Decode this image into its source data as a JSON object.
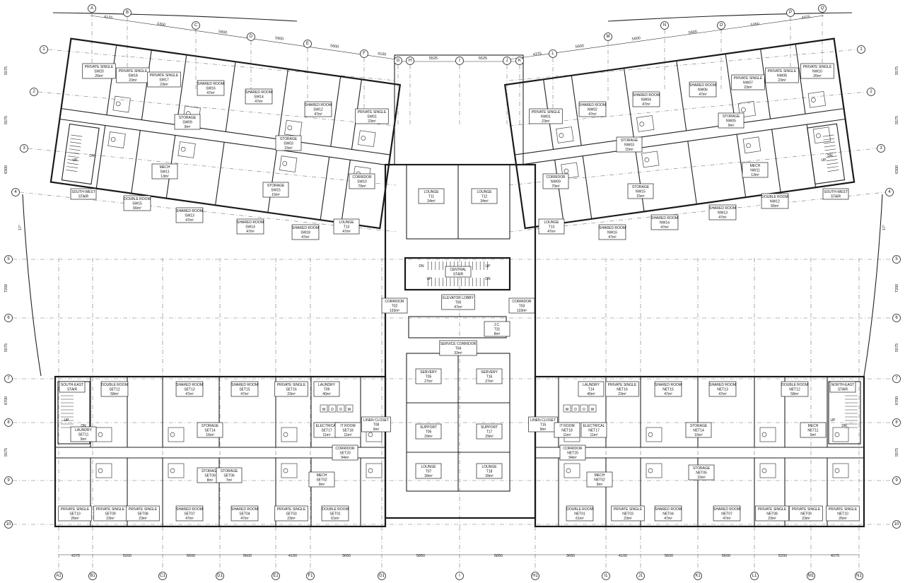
{
  "grid": {
    "top_letters": [
      "A",
      "B",
      "C",
      "D",
      "E",
      "F",
      "G",
      "H",
      "I",
      "J",
      "K",
      "L",
      "M",
      "N",
      "O",
      "P",
      "Q"
    ],
    "bottom_letters": [
      "A1",
      "B1",
      "C1",
      "D1",
      "E1",
      "F1",
      "G1",
      "I",
      "H1",
      "I1",
      "J1",
      "K1",
      "L1",
      "M1",
      "N1"
    ],
    "rows": [
      "1",
      "2",
      "3",
      "4",
      "5",
      "6",
      "7",
      "8",
      "9",
      "10"
    ],
    "left_row_numbers": [
      "5",
      "6",
      "7",
      "8",
      "9",
      "10"
    ],
    "top_dims": [
      "4125",
      "5350",
      "5600",
      "5600",
      "5600",
      "4100"
    ],
    "top_center_dims": [
      "5525",
      "5525"
    ],
    "top_right_dims": [
      "4375",
      "5600",
      "5600",
      "5600",
      "5350",
      "4075"
    ],
    "bottom_dims": [
      "4375",
      "5200",
      "5600",
      "5600",
      "4100",
      "3650",
      "5850",
      "5850",
      "3650",
      "4100",
      "5600",
      "5600",
      "5200",
      "4075"
    ],
    "left_dims": [
      "5575",
      "5575",
      "6300",
      "7200",
      "5575",
      "6700",
      "5575"
    ],
    "right_dims": [
      "5575",
      "5575",
      "6300",
      "7200",
      "5575",
      "6700",
      "5575"
    ]
  },
  "rooms": {
    "sw": [
      {
        "name": "PRIVATE SINGLE",
        "code": "SW20",
        "area": "26m²"
      },
      {
        "name": "PRIVATE SINGLE",
        "code": "SW18",
        "area": "23m²"
      },
      {
        "name": "PRIVATE SINGLE",
        "code": "SW17",
        "area": "23m²"
      },
      {
        "name": "SHARED ROOM",
        "code": "SW16",
        "area": "47m²"
      },
      {
        "name": "SHARED ROOM",
        "code": "SW14",
        "area": "47m²"
      },
      {
        "name": "SHARED ROOM",
        "code": "SW12",
        "area": "47m²"
      },
      {
        "name": "PRIVATE SINGLE",
        "code": "SW01",
        "area": "23m²"
      },
      {
        "name": "STORAGE",
        "code": "SW09",
        "area": "9m²"
      },
      {
        "name": "STORAGE",
        "code": "SW03",
        "area": "15m²"
      },
      {
        "name": "MECH",
        "code": "SW11",
        "area": "13m²"
      },
      {
        "name": "STORAGE",
        "code": "SW15",
        "area": "15m²"
      },
      {
        "name": "CORRIDOR",
        "code": "SW10",
        "area": "70m²"
      },
      {
        "name": "DOUBLE ROOM",
        "code": "SW15",
        "area": "66m²"
      },
      {
        "name": "SHARED ROOM",
        "code": "SW13",
        "area": "47m²"
      },
      {
        "name": "SHARED ROOM",
        "code": "SW14",
        "area": "47m²"
      },
      {
        "name": "SHARED ROOM",
        "code": "SW18",
        "area": "47m²"
      },
      {
        "name": "SOUTH-WEST",
        "code": "STAIR",
        "area": ""
      }
    ],
    "nw": [
      {
        "name": "PRIVATE SINGLE",
        "code": "NW01",
        "area": "23m²"
      },
      {
        "name": "SHARED ROOM",
        "code": "NW02",
        "area": "47m²"
      },
      {
        "name": "SHARED ROOM",
        "code": "NW04",
        "area": "47m²"
      },
      {
        "name": "SHARED ROOM",
        "code": "NW06",
        "area": "47m²"
      },
      {
        "name": "PRIVATE SINGLE",
        "code": "NW07",
        "area": "23m²"
      },
      {
        "name": "PRIVATE SINGLE",
        "code": "NW08",
        "area": "23m²"
      },
      {
        "name": "PRIVATE SINGLE",
        "code": "NW10",
        "area": "26m²"
      },
      {
        "name": "STORAGE",
        "code": "NW05",
        "area": "9m²"
      },
      {
        "name": "STORAGE",
        "code": "NW03",
        "area": "15m²"
      },
      {
        "name": "MECH",
        "code": "NW11",
        "area": "13m²"
      },
      {
        "name": "STORAGE",
        "code": "NW15",
        "area": "15m²"
      },
      {
        "name": "CORRIDOR",
        "code": "NW09",
        "area": "70m²"
      },
      {
        "name": "DOUBLE ROOM",
        "code": "NW12",
        "area": "66m²"
      },
      {
        "name": "SHARED ROOM",
        "code": "NW13",
        "area": "47m²"
      },
      {
        "name": "SHARED ROOM",
        "code": "NW14",
        "area": "47m²"
      },
      {
        "name": "SHARED ROOM",
        "code": "NW16",
        "area": "47m²"
      },
      {
        "name": "SOUTH-WEST",
        "code": "STAIR",
        "area": ""
      }
    ],
    "center": [
      {
        "name": "LOUNGE",
        "code": "T11",
        "area": "34m²"
      },
      {
        "name": "LOUNGE",
        "code": "T12",
        "area": "34m²"
      },
      {
        "name": "LOUNGE",
        "code": "T13",
        "area": "47m²"
      },
      {
        "name": "LOUNGE",
        "code": "T13",
        "area": "47m²"
      },
      {
        "name": "CENTRAL",
        "code": "STAIR",
        "area": ""
      },
      {
        "name": "ELEVATOR LOBBY",
        "code": "T00",
        "area": "47m²"
      },
      {
        "name": "CORRIDOR",
        "code": "T02",
        "area": "133m²"
      },
      {
        "name": "CORRIDOR",
        "code": "T03",
        "area": "133m²"
      },
      {
        "name": "J.C.",
        "code": "T31",
        "area": "8m²"
      },
      {
        "name": "SERVICE CORRIDOR",
        "code": "T04",
        "area": "33m²"
      },
      {
        "name": "SERVERY",
        "code": "T05",
        "area": "27m²"
      },
      {
        "name": "SERVERY",
        "code": "T16",
        "area": "27m²"
      },
      {
        "name": "SUPPORT",
        "code": "T06",
        "area": "29m²"
      },
      {
        "name": "SUPPORT",
        "code": "T17",
        "area": "29m²"
      },
      {
        "name": "LOUNGE",
        "code": "T07",
        "area": "39m²"
      },
      {
        "name": "LOUNGE",
        "code": "T18",
        "area": "39m²"
      }
    ],
    "se": [
      {
        "name": "SOUTH-EAST",
        "code": "STAIR",
        "area": ""
      },
      {
        "name": "DOUBLE ROOM",
        "code": "SET12",
        "area": "58m²"
      },
      {
        "name": "SHARED ROOM",
        "code": "SET13",
        "area": "47m²"
      },
      {
        "name": "SHARED ROOM",
        "code": "SET15",
        "area": "47m²"
      },
      {
        "name": "PRIVATE SINGLE",
        "code": "SET16",
        "area": "23m²"
      },
      {
        "name": "LAUNDRY",
        "code": "T09",
        "area": "40m²"
      },
      {
        "name": "LAUNDRY",
        "code": "SET11",
        "area": "9m²"
      },
      {
        "name": "STORAGE",
        "code": "SET14",
        "area": "16m²"
      },
      {
        "name": "ELECTRICAL",
        "code": "SET17",
        "area": "11m²"
      },
      {
        "name": "IT ROOM",
        "code": "SET18",
        "area": "11m²"
      },
      {
        "name": "LINEN CLOSET",
        "code": "T08",
        "area": "9m²"
      },
      {
        "name": "CORRIDOR",
        "code": "SET20",
        "area": "94m²"
      },
      {
        "name": "STORAGE",
        "code": "SET09",
        "area": "8m²"
      },
      {
        "name": "STORAGE",
        "code": "SET06",
        "area": "7m²"
      },
      {
        "name": "MECH",
        "code": "SET02",
        "area": "9m²"
      },
      {
        "name": "PRIVATE SINGLE",
        "code": "SET10",
        "area": "26m²"
      },
      {
        "name": "PRIVATE SINGLE",
        "code": "SET09",
        "area": "23m²"
      },
      {
        "name": "PRIVATE SINGLE",
        "code": "SET08",
        "area": "23m²"
      },
      {
        "name": "SHARED ROOM",
        "code": "SET07",
        "area": "47m²"
      },
      {
        "name": "SHARED ROOM",
        "code": "SET04",
        "area": "47m²"
      },
      {
        "name": "PRIVATE SINGLE",
        "code": "SET03",
        "area": "23m²"
      },
      {
        "name": "DOUBLE ROOM",
        "code": "SET01",
        "area": "61m²"
      }
    ],
    "ne": [
      {
        "name": "LAUNDRY",
        "code": "T14",
        "area": "40m²"
      },
      {
        "name": "PRIVATE SINGLE",
        "code": "NET16",
        "area": "23m²"
      },
      {
        "name": "SHARED ROOM",
        "code": "NET15",
        "area": "47m²"
      },
      {
        "name": "SHARED ROOM",
        "code": "NET13",
        "area": "47m²"
      },
      {
        "name": "DOUBLE ROOM",
        "code": "NET12",
        "area": "58m²"
      },
      {
        "name": "NORTH-EAST",
        "code": "STAIR",
        "area": ""
      },
      {
        "name": "LINEN CLOSET",
        "code": "T15",
        "area": "9m²"
      },
      {
        "name": "IT ROOM",
        "code": "NET18",
        "area": "11m²"
      },
      {
        "name": "ELECTRICAL",
        "code": "NET17",
        "area": "11m²"
      },
      {
        "name": "STORAGE",
        "code": "NET14",
        "area": "16m²"
      },
      {
        "name": "MECH",
        "code": "NET11",
        "area": "9m²"
      },
      {
        "name": "CORRIDOR",
        "code": "NET20",
        "area": "94m²"
      },
      {
        "name": "MECH",
        "code": "NET02",
        "area": "9m²"
      },
      {
        "name": "STORAGE",
        "code": "NET05",
        "area": "15m²"
      },
      {
        "name": "DOUBLE ROOM",
        "code": "NET01",
        "area": "61m²"
      },
      {
        "name": "PRIVATE SINGLE",
        "code": "NET03",
        "area": "23m²"
      },
      {
        "name": "SHARED ROOM",
        "code": "NET04",
        "area": "47m²"
      },
      {
        "name": "SHARED ROOM",
        "code": "NET07",
        "area": "47m²"
      },
      {
        "name": "PRIVATE SINGLE",
        "code": "NET08",
        "area": "23m²"
      },
      {
        "name": "PRIVATE SINGLE",
        "code": "NET09",
        "area": "23m²"
      },
      {
        "name": "PRIVATE SINGLE",
        "code": "NET10",
        "area": "26m²"
      }
    ]
  },
  "annotations": {
    "up": "UP",
    "dn": "DN",
    "washer": "W",
    "dryer": "D",
    "angle_left": "17°",
    "angle_right": "17°"
  }
}
